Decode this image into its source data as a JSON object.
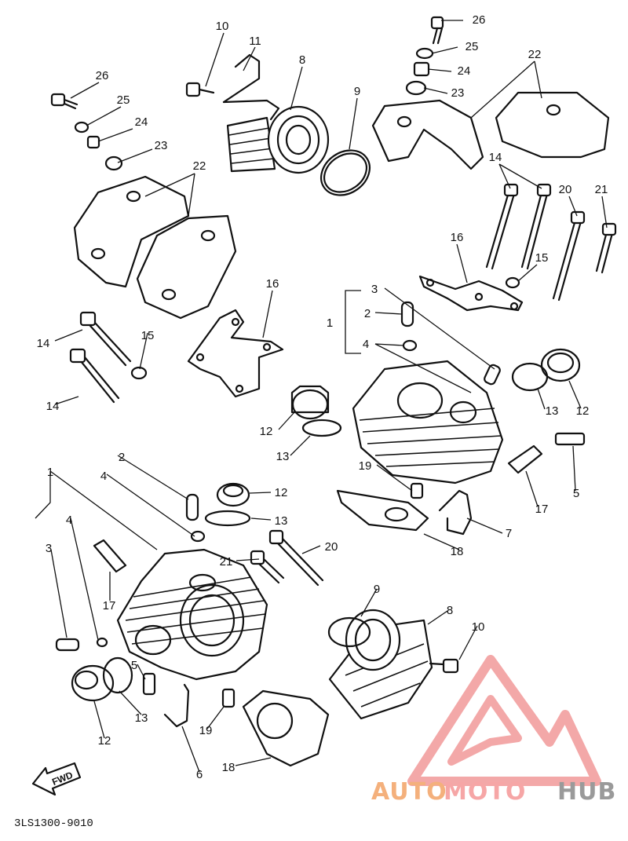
{
  "callouts": [
    {
      "n": "10"
    },
    {
      "n": "11"
    },
    {
      "n": "8"
    },
    {
      "n": "9"
    },
    {
      "n": "26"
    },
    {
      "n": "25"
    },
    {
      "n": "24"
    },
    {
      "n": "23"
    },
    {
      "n": "22"
    },
    {
      "n": "26"
    },
    {
      "n": "25"
    },
    {
      "n": "24"
    },
    {
      "n": "23"
    },
    {
      "n": "22"
    },
    {
      "n": "14"
    },
    {
      "n": "20"
    },
    {
      "n": "21"
    },
    {
      "n": "16"
    },
    {
      "n": "15"
    },
    {
      "n": "3"
    },
    {
      "n": "2"
    },
    {
      "n": "1"
    },
    {
      "n": "4"
    },
    {
      "n": "16"
    },
    {
      "n": "15"
    },
    {
      "n": "14"
    },
    {
      "n": "14"
    },
    {
      "n": "13"
    },
    {
      "n": "12"
    },
    {
      "n": "12"
    },
    {
      "n": "13"
    },
    {
      "n": "19"
    },
    {
      "n": "17"
    },
    {
      "n": "5"
    },
    {
      "n": "7"
    },
    {
      "n": "18"
    },
    {
      "n": "2"
    },
    {
      "n": "1"
    },
    {
      "n": "4"
    },
    {
      "n": "12"
    },
    {
      "n": "13"
    },
    {
      "n": "4"
    },
    {
      "n": "3"
    },
    {
      "n": "20"
    },
    {
      "n": "21"
    },
    {
      "n": "17"
    },
    {
      "n": "9"
    },
    {
      "n": "8"
    },
    {
      "n": "10"
    },
    {
      "n": "5"
    },
    {
      "n": "13"
    },
    {
      "n": "12"
    },
    {
      "n": "19"
    },
    {
      "n": "6"
    },
    {
      "n": "18"
    }
  ],
  "fwd_label": "FWD",
  "diagram_code": "3LS1300-9010",
  "watermark": {
    "part1": "AUTO",
    "part2": "MOTO",
    "part3": "HUB",
    "colors": {
      "auto": "#f4b07c",
      "moto": "#f6a6a6",
      "hub": "#9a9a9a",
      "logo": "#f08c8c"
    }
  }
}
